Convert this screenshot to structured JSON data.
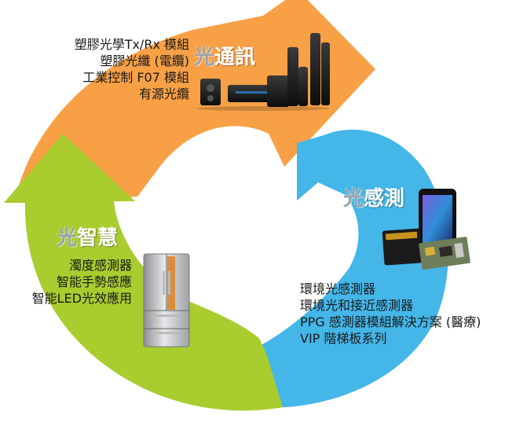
{
  "colors": {
    "orange": "#F7A046",
    "blue": "#44B6E8",
    "green": "#A9CC2F",
    "grey": "#9aa3aa"
  },
  "segments": {
    "communication": {
      "title_prefix": "光",
      "title_rest": "通訊",
      "items": [
        "塑膠光學Tx/Rx 模組",
        "塑膠光纖 (電纜)",
        "工業控制 F07 模組",
        "有源光纜"
      ],
      "image": "home-theater-speakers"
    },
    "sensing": {
      "title_prefix": "光",
      "title_rest": "感測",
      "items": [
        "環境光感測器",
        "環境光和接近感測器",
        "PPG 感測器模組解決方案 (醫療)",
        "VIP 階梯板系列"
      ],
      "image": "smartphone-and-sensor-board"
    },
    "smart": {
      "title_prefix": "光",
      "title_rest": "智慧",
      "items": [
        "濁度感測器",
        "智能手勢感應",
        "智能LED光效應用"
      ],
      "image": "refrigerator"
    }
  }
}
